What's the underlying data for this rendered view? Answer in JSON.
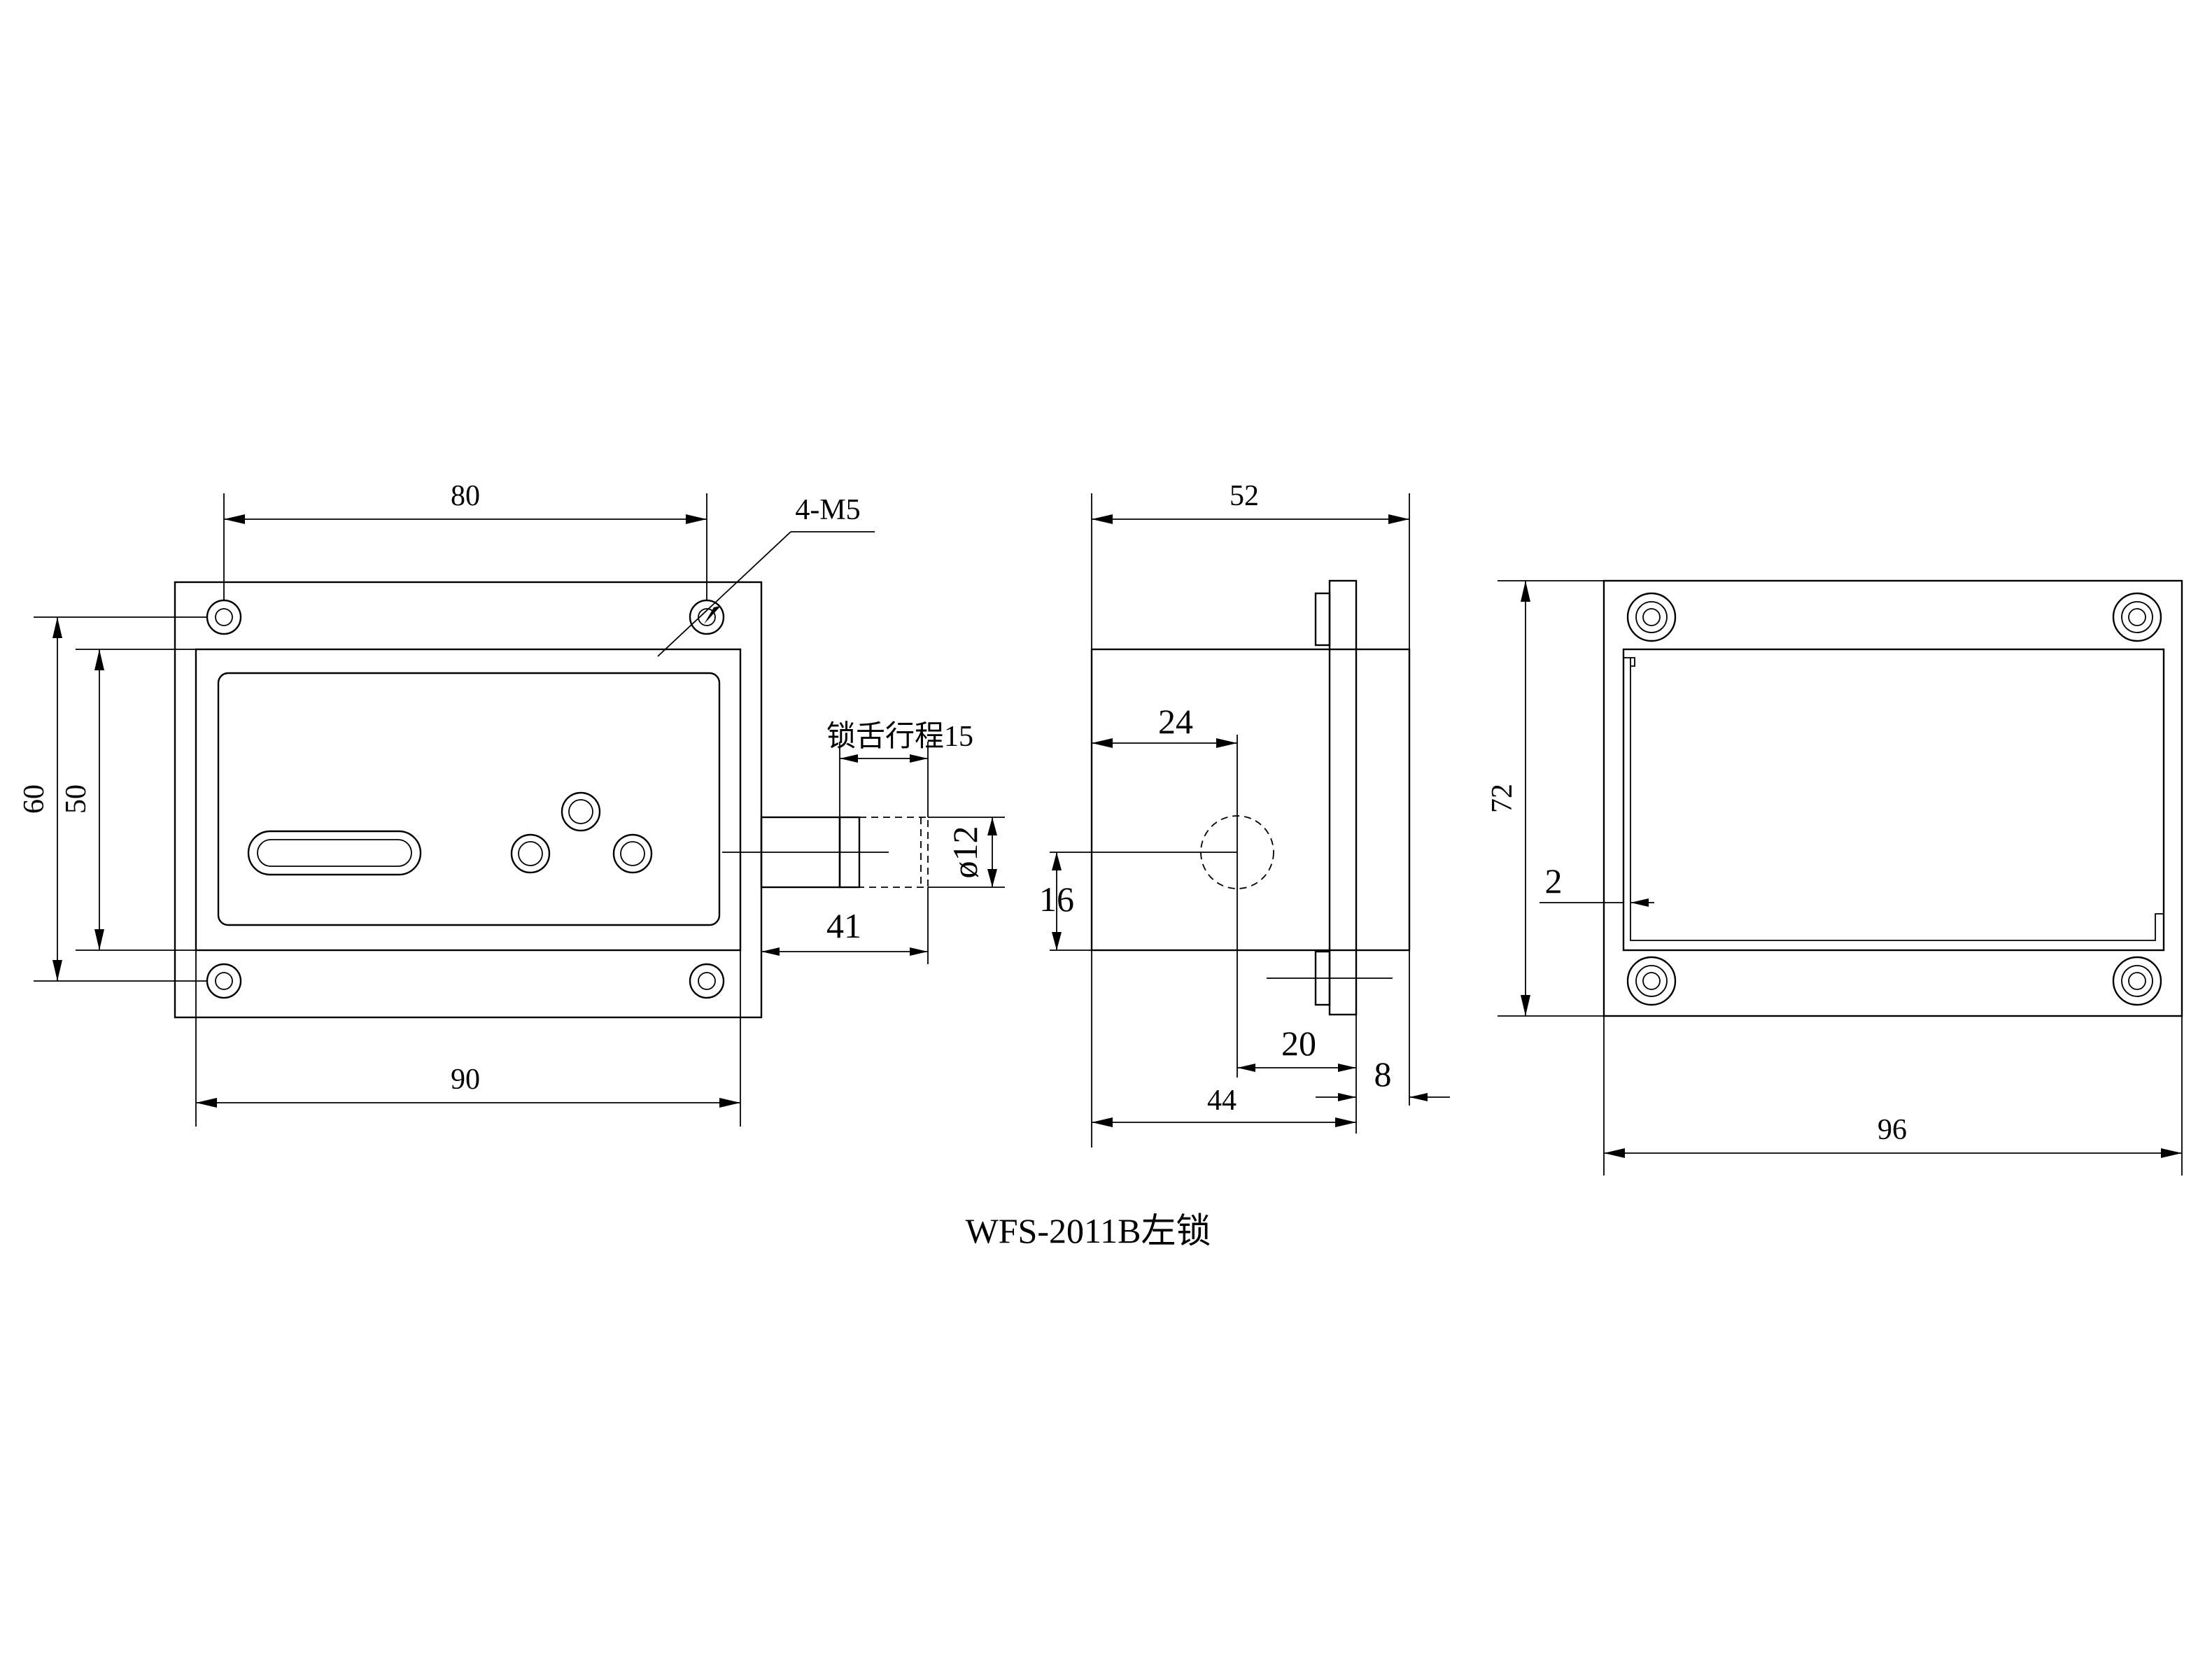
{
  "drawing_title": "WFS-2011B左锁",
  "front_view": {
    "hole_spacing_horizontal": "80",
    "thread_callout": "4-M5",
    "height_outer": "60",
    "height_inner": "50",
    "overall_width": "90",
    "bolt_stroke_label": "锁舌行程15",
    "bolt_diameter": "ø12",
    "bolt_extension": "41"
  },
  "side_view": {
    "overall_depth": "52",
    "center_offset": "24",
    "center_height": "16",
    "center_to_flange": "20",
    "flange_thickness": "8",
    "body_depth": "44"
  },
  "rear_view": {
    "overall_height": "72",
    "wall_thickness": "2",
    "overall_width": "96"
  }
}
